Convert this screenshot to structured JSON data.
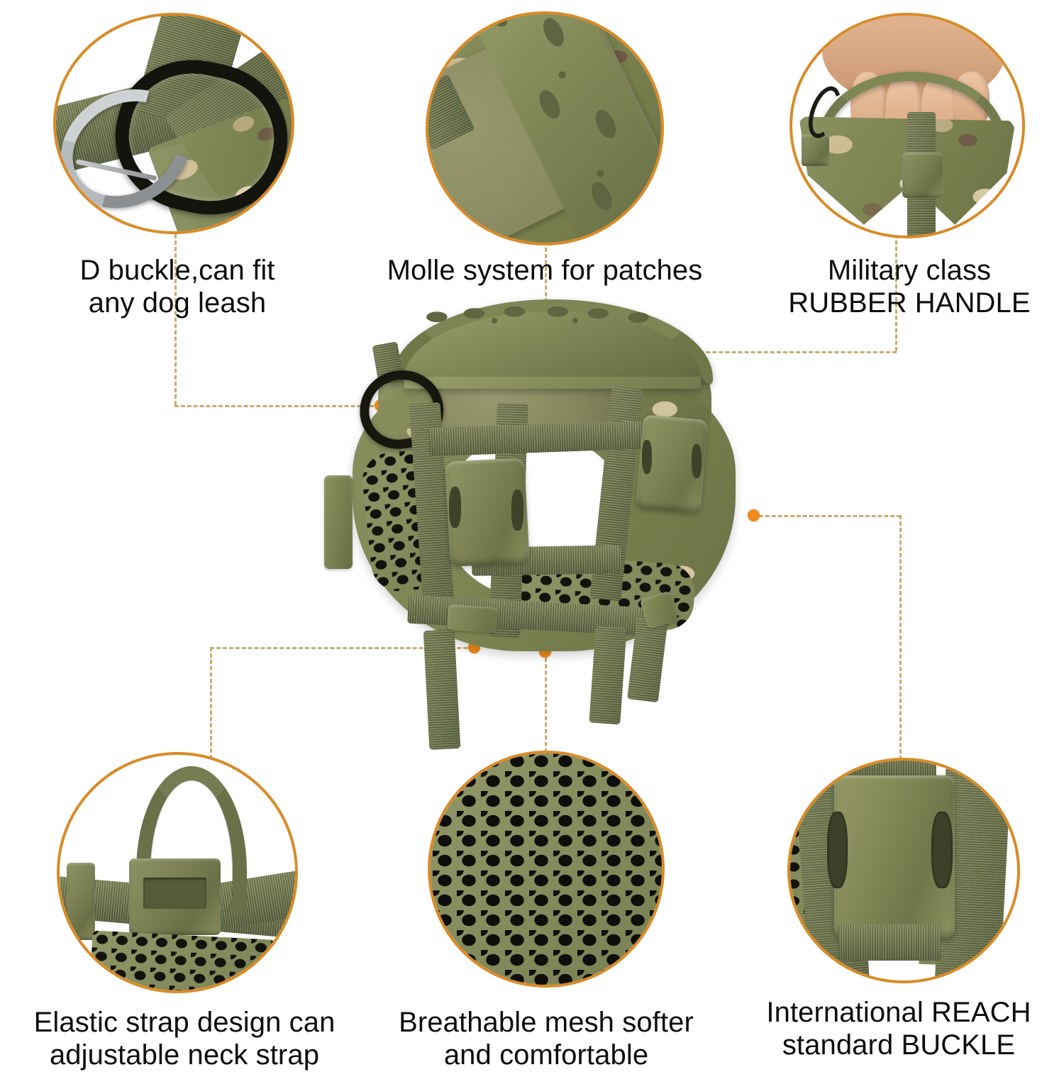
{
  "page": {
    "title": "Tactical Dog Harness Feature Callouts",
    "background_color": "#ffffff",
    "accent_circle_color": "#D98B28",
    "connector_line_color": "#C2AE72",
    "marker_dot_color": "#EE8A1B",
    "text_color": "#0d0d0d"
  },
  "features": [
    {
      "id": "d-buckle",
      "caption": "D buckle,can fit\nany dog leash",
      "position": "top-left",
      "photo": "close-up of black D-ring with metal snap hook on olive webbing"
    },
    {
      "id": "molle-system",
      "caption": "Molle system for patches",
      "position": "top-center",
      "photo": "velcro loop panel beside rubber handle on multicam fabric"
    },
    {
      "id": "rubber-handle",
      "caption": "Military class\nRUBBER HANDLE",
      "position": "top-right",
      "photo": "hand gripping the olive rubber handle of the harness"
    },
    {
      "id": "elastic-strap",
      "caption": "Elastic strap design can\nadjustable neck strap",
      "position": "bottom-left",
      "photo": "elastic webbing loop through an olive plastic slider"
    },
    {
      "id": "breathable-mesh",
      "caption": "Breathable mesh softer\nand comfortable",
      "position": "bottom-center",
      "photo": "honeycomb breathable mesh fabric texture"
    },
    {
      "id": "reach-buckle",
      "caption": "International REACH\nstandard BUCKLE",
      "position": "bottom-right",
      "photo": "olive side-release plastic buckle on webbing strap"
    }
  ],
  "product": {
    "name": "tactical-dog-harness",
    "description": "Olive green and multicam tactical dog vest harness with rubber top handle, velcro molle panel, D-ring, side-release buckles and breathable mesh lining"
  }
}
